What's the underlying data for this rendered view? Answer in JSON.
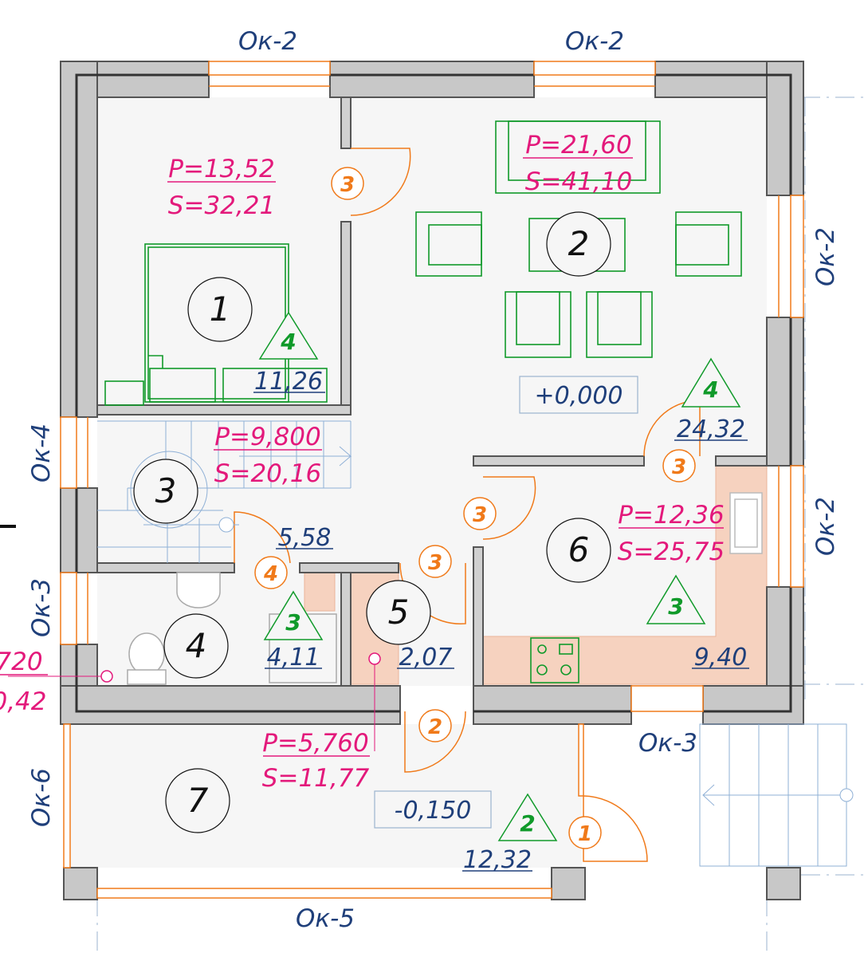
{
  "windows": {
    "top_left": "Ок-2",
    "top_right": "Ок-2",
    "right_upper": "Ок-2",
    "right_lower": "Ок-2",
    "left_upper": "Ок-4",
    "left_lower": "Ок-3",
    "left_porch": "Ок-6",
    "bottom": "Ок-5",
    "bottom_right": "Ок-3"
  },
  "rooms": [
    {
      "number": "1",
      "perimeter": "P=13,52",
      "area_s": "S=32,21",
      "area": "11,26",
      "finish": "4"
    },
    {
      "number": "2",
      "perimeter": "P=21,60",
      "area_s": "S=41,10",
      "area": "24,32",
      "finish": "4"
    },
    {
      "number": "3",
      "perimeter": "P=9,800",
      "area_s": "S=20,16",
      "area": "5,58"
    },
    {
      "number": "4",
      "area": "4,11",
      "finish": "3"
    },
    {
      "number": "5",
      "area": "2,07"
    },
    {
      "number": "6",
      "perimeter": "P=12,36",
      "area_s": "S=25,75",
      "area": "9,40",
      "finish": "3"
    },
    {
      "number": "7",
      "perimeter": "P=5,760",
      "area_s": "S=11,77",
      "area": "12,32",
      "finish": "2"
    }
  ],
  "doors": {
    "d_room1": "3",
    "d_room6_top": "3",
    "d_room6_left": "3",
    "d_room5": "3",
    "d_bath": "4",
    "d_entry": "2",
    "d_porch": "1"
  },
  "levels": {
    "main": "+0,000",
    "porch": "-0,150"
  },
  "edge_fragments": {
    "left_top": "720",
    "left_bottom": "0,42"
  },
  "colors": {
    "wall": "#c8c8c8",
    "wall_outline": "#555555",
    "window": "#f07a1a",
    "furniture": "#109a2a",
    "dimension_blue": "#1f3f7a",
    "pink": "#e3197b",
    "kitchen_fill": "#f6d2bf"
  }
}
